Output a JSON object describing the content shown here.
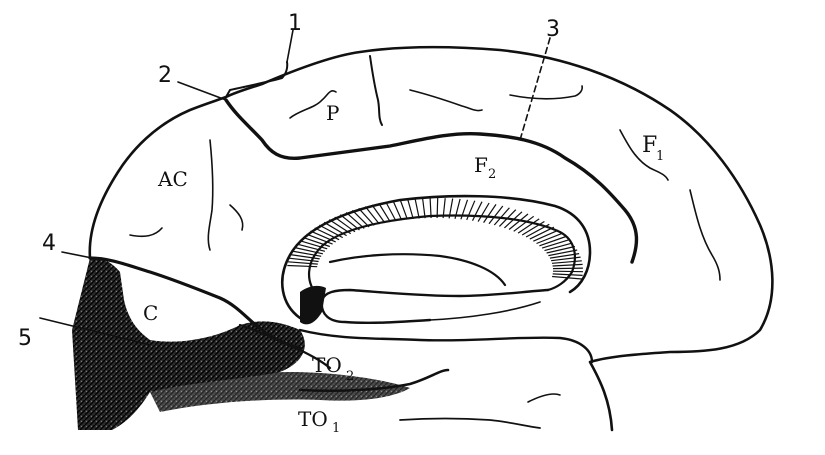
{
  "numbers": {
    "n1": "1",
    "n2": "2",
    "n3": "3",
    "n4": "4",
    "n5": "5"
  },
  "regions": {
    "p": "P",
    "ac": "AC",
    "f1": "F",
    "f1_sub": "1",
    "f2": "F",
    "f2_sub": "2",
    "c": "C",
    "to2": "TO",
    "to2_sub": "2",
    "to1": "TO",
    "to1_sub": "1"
  },
  "colors": {
    "ink": "#111111",
    "background": "#ffffff"
  }
}
